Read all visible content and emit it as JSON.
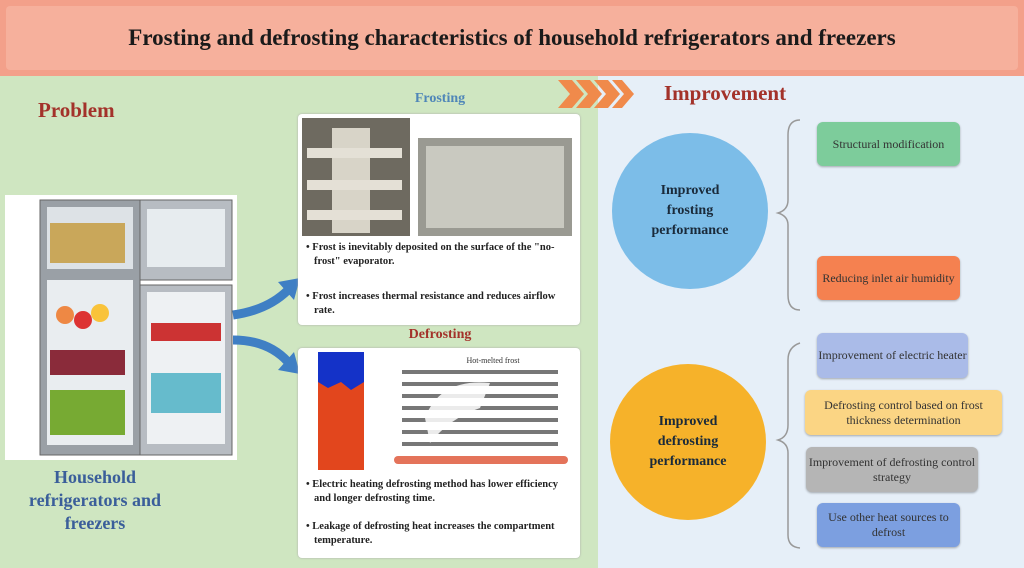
{
  "title": "Frosting and defrosting characteristics of household refrigerators and freezers",
  "problem": {
    "heading": "Problem",
    "caption": "Household refrigerators and freezers"
  },
  "frosting": {
    "heading": "Frosting",
    "bullets": [
      "Frost is inevitably deposited on the surface of the \"no-frost\" evaporator.",
      "Frost increases thermal resistance and reduces airflow rate."
    ]
  },
  "defrosting": {
    "heading": "Defrosting",
    "figure_label": "Hot-melted frost",
    "bullets": [
      "Electric heating defrosting method has lower efficiency and longer defrosting time.",
      "Leakage of defrosting heat increases the compartment temperature."
    ]
  },
  "improvement": {
    "heading": "Improvement",
    "frosting_circle": "Improved frosting performance",
    "defrosting_circle": "Improved defrosting performance",
    "frosting_items": [
      "Structural modification",
      "Reducing inlet air humidity"
    ],
    "defrosting_items": [
      "Improvement of electric heater",
      "Defrosting control based on frost thickness determination",
      "Improvement of defrosting control strategy",
      "Use other heat sources to defrost"
    ]
  },
  "colors": {
    "header": "#f3a08a",
    "left_bg": "#cfe6c1",
    "right_bg": "#e6eff8",
    "circle1": "#7cbde8",
    "circle2": "#f6b22a"
  }
}
